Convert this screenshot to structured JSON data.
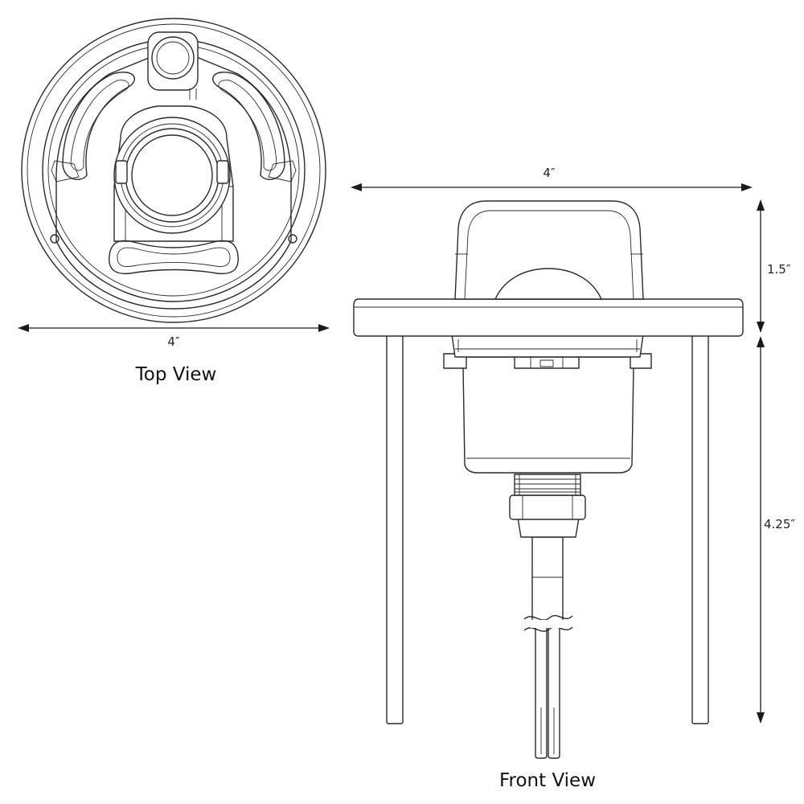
{
  "views": {
    "top": {
      "title": "Top View",
      "width_label": "4″"
    },
    "front": {
      "title": "Front View",
      "width_label": "4″",
      "height_top_label": "1.5″",
      "height_bottom_label": "4.25″"
    }
  },
  "colors": {
    "line": "#2a2a2a",
    "background": "#ffffff"
  }
}
